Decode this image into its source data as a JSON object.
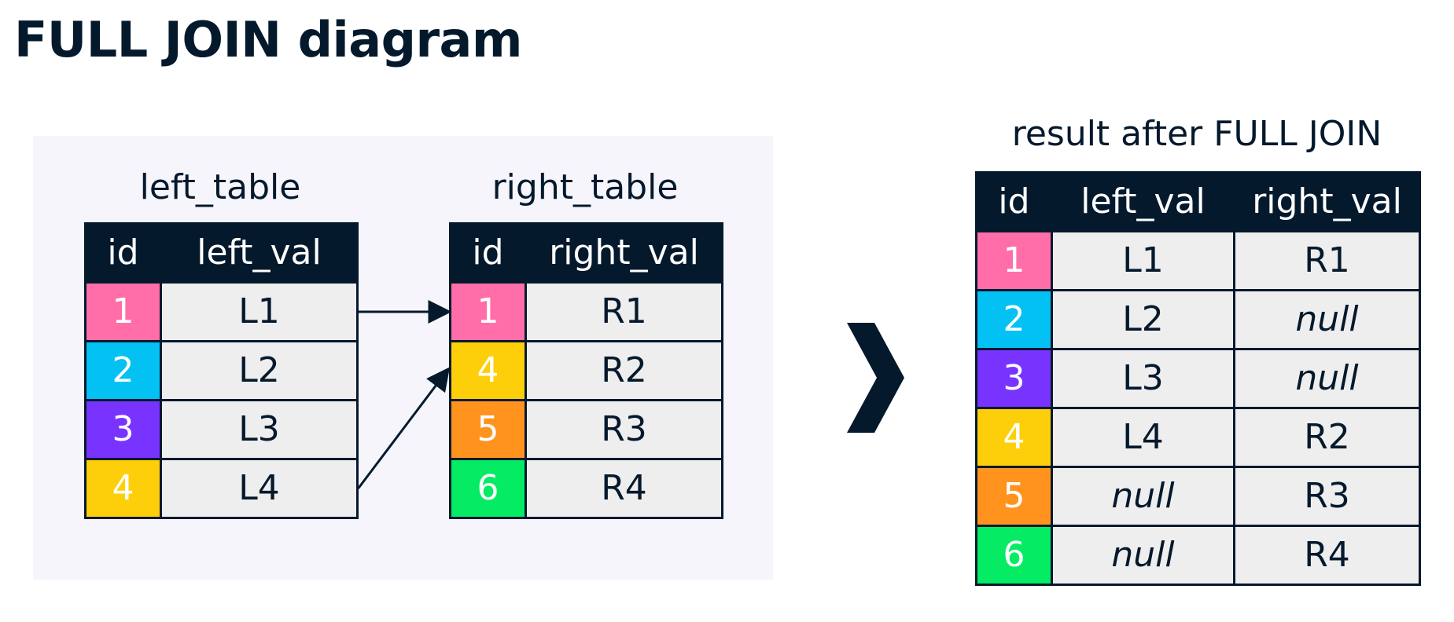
{
  "title": "FULL JOIN diagram",
  "colors": {
    "dark": "#05192d",
    "panel_bg": "#f5f5fb",
    "cell_bg": "#eeeeee",
    "id_colors": {
      "1": "#ff6ea9",
      "2": "#03c2f3",
      "3": "#7933ff",
      "4": "#fdcf0a",
      "5": "#ff931e",
      "6": "#05ec64"
    }
  },
  "left_table": {
    "caption": "left_table",
    "headers": [
      "id",
      "left_val"
    ],
    "rows": [
      {
        "id": "1",
        "val": "L1"
      },
      {
        "id": "2",
        "val": "L2"
      },
      {
        "id": "3",
        "val": "L3"
      },
      {
        "id": "4",
        "val": "L4"
      }
    ]
  },
  "right_table": {
    "caption": "right_table",
    "headers": [
      "id",
      "right_val"
    ],
    "rows": [
      {
        "id": "1",
        "val": "R1"
      },
      {
        "id": "4",
        "val": "R2"
      },
      {
        "id": "5",
        "val": "R3"
      },
      {
        "id": "6",
        "val": "R4"
      }
    ]
  },
  "result_table": {
    "caption": "result after FULL JOIN",
    "headers": [
      "id",
      "left_val",
      "right_val"
    ],
    "rows": [
      {
        "id": "1",
        "left_val": "L1",
        "right_val": "R1"
      },
      {
        "id": "2",
        "left_val": "L2",
        "right_val": "null"
      },
      {
        "id": "3",
        "left_val": "L3",
        "right_val": "null"
      },
      {
        "id": "4",
        "left_val": "L4",
        "right_val": "R2"
      },
      {
        "id": "5",
        "left_val": "null",
        "right_val": "R3"
      },
      {
        "id": "6",
        "left_val": "null",
        "right_val": "R4"
      }
    ]
  },
  "join_links": [
    {
      "from_left_row": 0,
      "to_right_row": 0
    },
    {
      "from_left_row": 3,
      "to_right_row": 1
    }
  ],
  "icons": {
    "result_arrow": "chevron-right-icon"
  }
}
